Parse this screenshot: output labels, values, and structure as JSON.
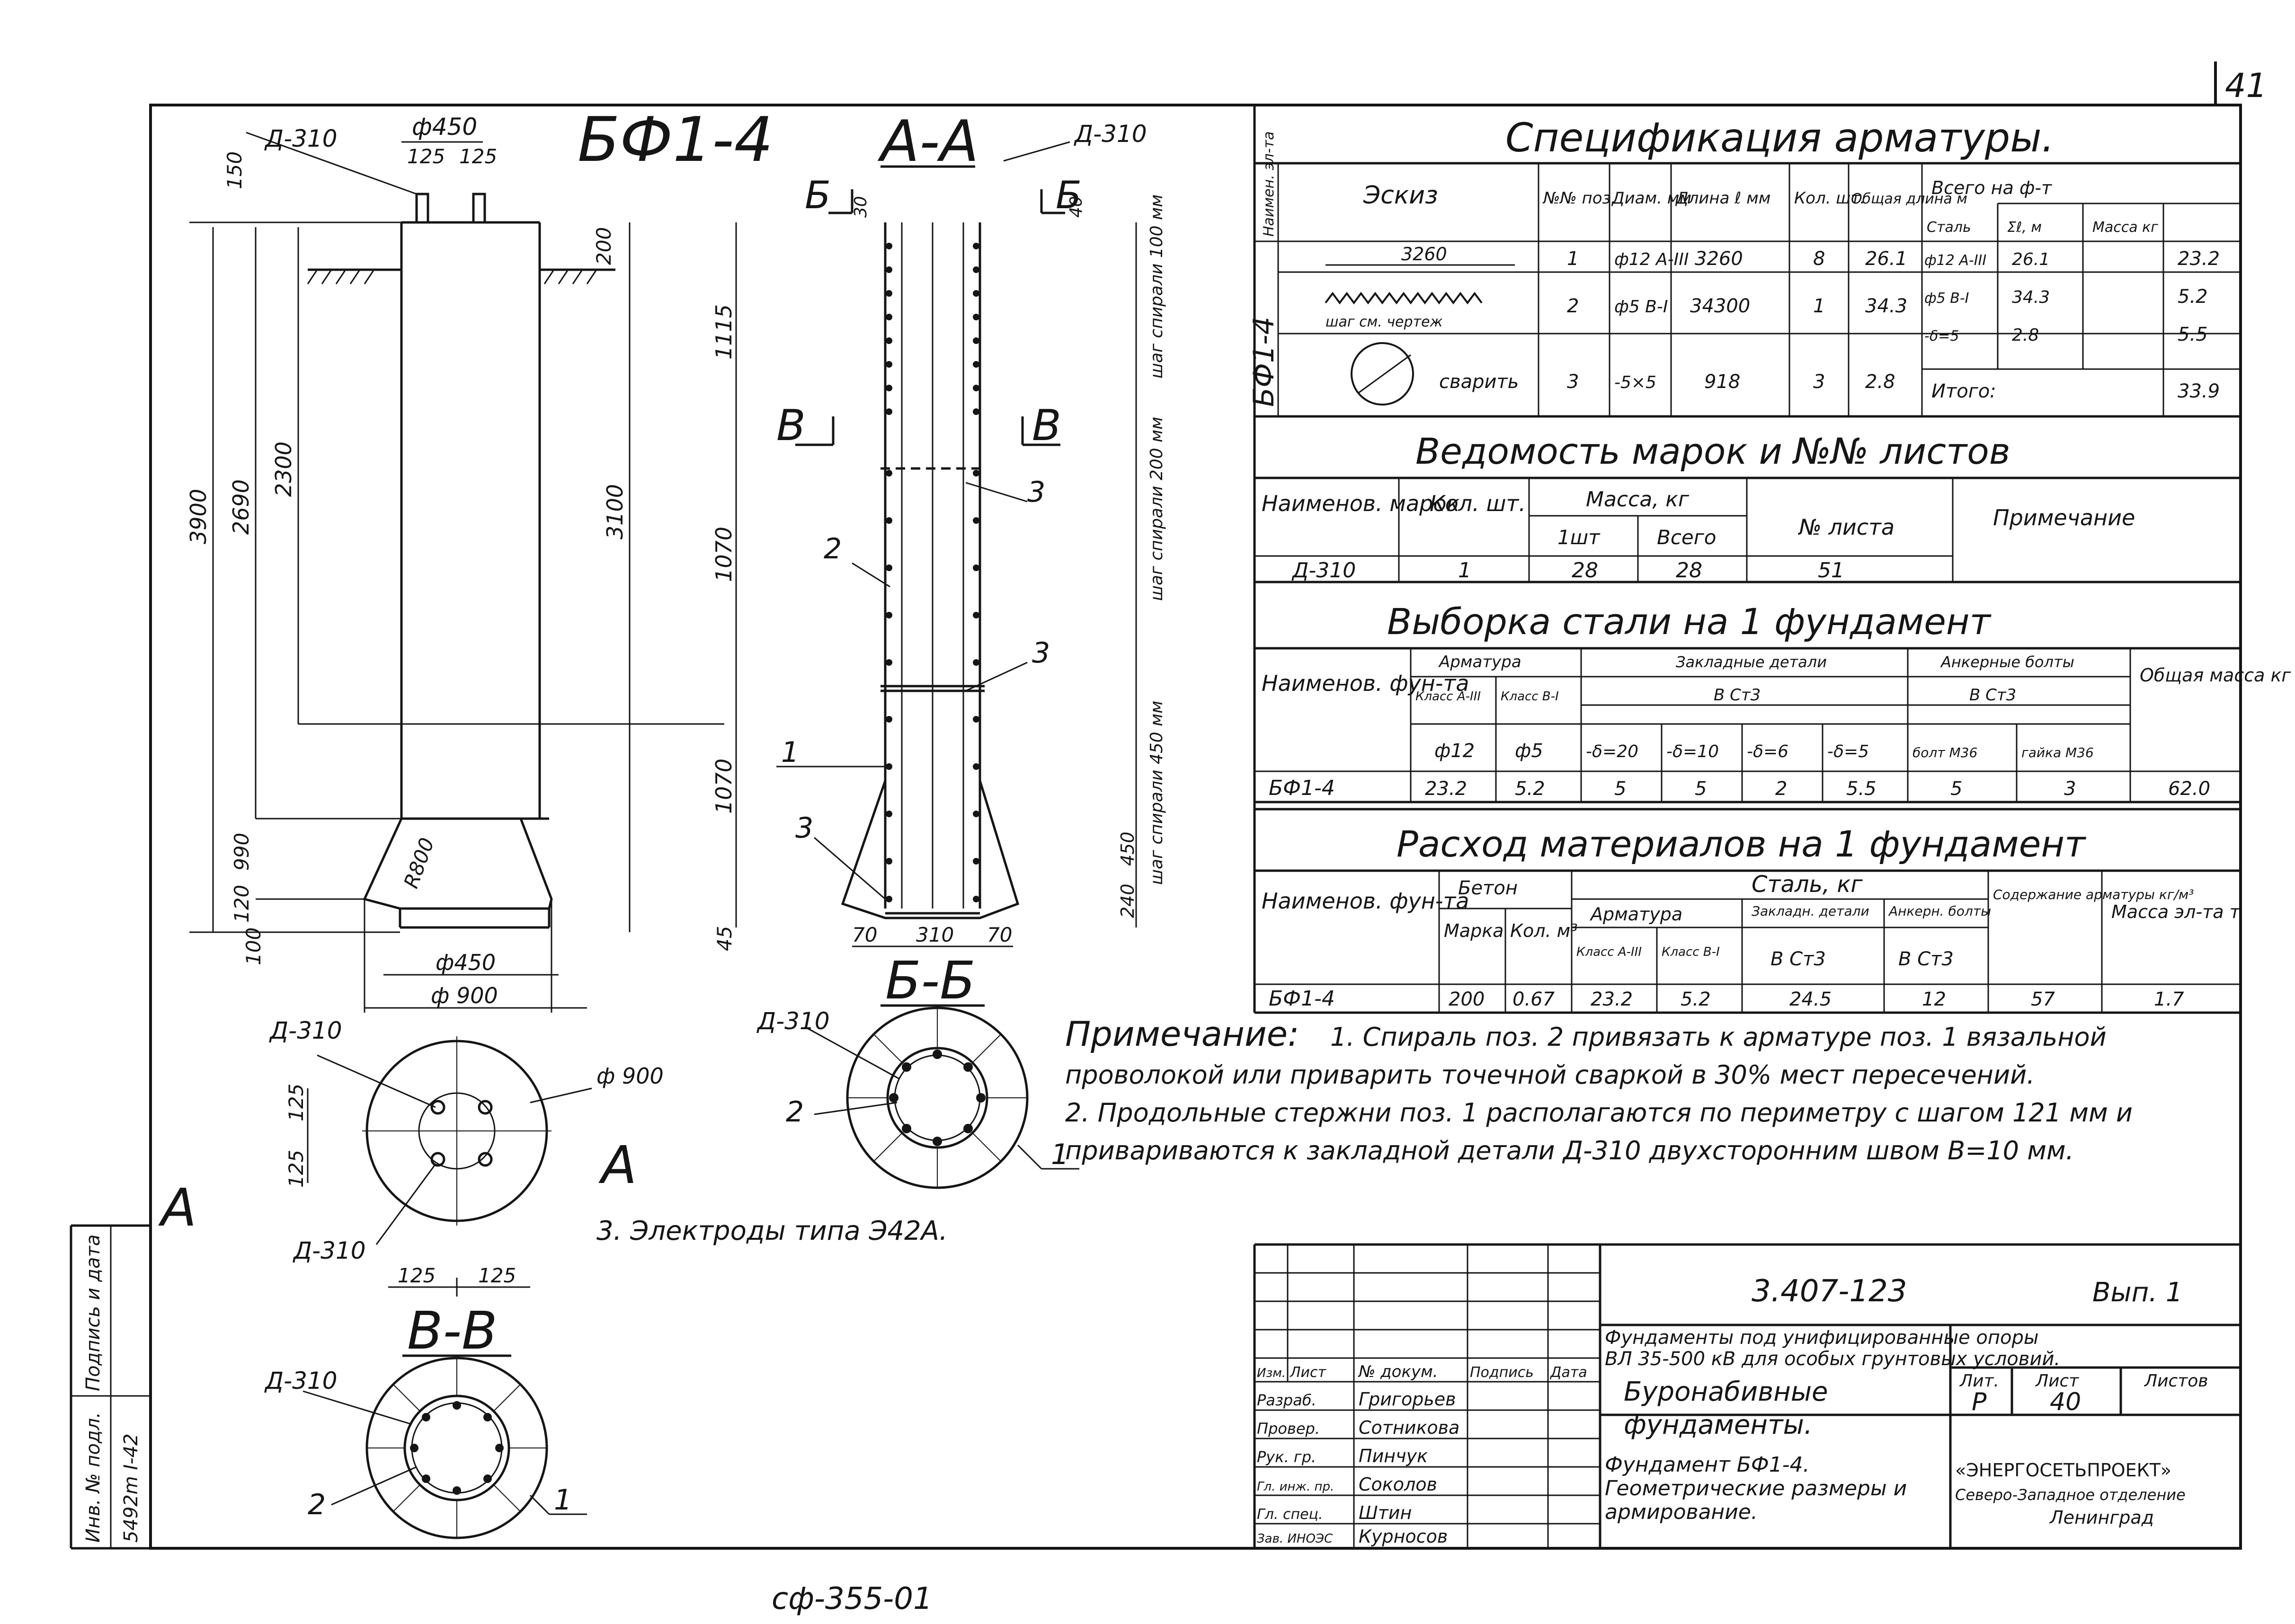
{
  "sheet": {
    "corner_number": "41",
    "bottom_stamp": "сф-355-01",
    "binding_side": {
      "label_inv": "Инв. № подл.",
      "label_sign": "Подпись и дата",
      "inv_value": "5492m I-42"
    }
  },
  "main_view": {
    "title": "БФ1-4",
    "plate_mark": "Д-310",
    "dims": {
      "d_top": "ф450",
      "half1": "125",
      "half2": "125",
      "top_150": "150",
      "top_200": "200",
      "d3900": "3900",
      "d2690": "2690",
      "d2300": "2300",
      "d3100": "3100",
      "d990": "990",
      "d120": "120",
      "d100": "100",
      "r800": "R800",
      "d_shaft": "ф450",
      "d_base": "ф 900"
    }
  },
  "section_aa": {
    "title": "А-А",
    "plate_mark": "Д-310",
    "cut_b": "Б",
    "cut_v": "В",
    "d30": "30",
    "d40": "40",
    "d1115": "1115",
    "d1070a": "1070",
    "d1070b": "1070",
    "d45": "45",
    "d70a": "70",
    "d310": "310",
    "d70b": "70",
    "d240": "240",
    "d450": "450",
    "pitch_note1": "шаг спирали 100 мм",
    "pitch_note2": "шаг спирали 200 мм",
    "pitch_note3": "шаг спирали 450 мм",
    "pos1": "1",
    "pos2": "2",
    "pos3a": "3",
    "pos3b": "3",
    "pos3c": "3"
  },
  "section_bb": {
    "title": "Б-Б",
    "plate_mark": "Д-310",
    "pos2": "2",
    "pos1": "1"
  },
  "view_a": {
    "plate_mark_top": "Д-310",
    "plate_mark_bottom": "Д-310",
    "d900": "ф 900",
    "d125a": "125",
    "d125b": "125",
    "w125a": "125",
    "w125b": "125",
    "label_left": "А",
    "label_right": "А"
  },
  "section_vv": {
    "title": "В-В",
    "plate_mark": "Д-310",
    "pos2": "2",
    "pos1": "1"
  },
  "electrode_note": "3. Электроды типа Э42А.",
  "spec_table": {
    "title": "Спецификация арматуры.",
    "col_name": "Наимен. эл-та",
    "col_sketch": "Эскиз",
    "col_pos": "№№ поз.",
    "col_diam": "Диам. мм",
    "col_len": "Длина ℓ мм",
    "col_qty": "Кол. шт.",
    "col_total_len": "Общая длина м",
    "col_all": "Всего на ф-т",
    "sub_stal": "Сталь",
    "sub_kgm": "Σℓ, м",
    "sub_mass": "Масса кг",
    "element": "БФ1-4",
    "rows": [
      {
        "sketch": "3260",
        "pos": "1",
        "diam": "ф12 А-III",
        "len": "3260",
        "qty": "8",
        "total": "26.1",
        "steel": "ф12 А-III",
        "sum": "26.1",
        "mass": "23.2"
      },
      {
        "sketch": "шаг см. чертеж",
        "pos": "2",
        "diam": "ф5 В-I",
        "len": "34300",
        "qty": "1",
        "total": "34.3",
        "steel": "ф5 В-I",
        "sum": "34.3",
        "mass": "5.2"
      },
      {
        "sketch": "сварить",
        "pos": "3",
        "diam": "-5×5",
        "len": "918",
        "qty": "3",
        "total": "2.8",
        "steel": "-δ=5",
        "sum": "2.8",
        "mass": "5.5"
      }
    ],
    "total_label": "Итого:",
    "total_value": "33.9"
  },
  "marks_table": {
    "title": "Ведомость марок и №№ листов",
    "h_name": "Наименов. марок",
    "h_qty": "Кол. шт.",
    "h_mass": "Масса, кг",
    "h_1pc": "1шт",
    "h_all": "Всего",
    "h_sheet": "№ листа",
    "h_note": "Примечание",
    "row": {
      "name": "Д-310",
      "qty": "1",
      "one": "28",
      "all": "28",
      "sheet": "51"
    }
  },
  "steel_table": {
    "title": "Выборка стали на 1 фундамент",
    "h_name": "Наименов. фун-та",
    "h_rebar": "Арматура",
    "h_class_a": "Класс А-III",
    "h_class_b": "Класс В-I",
    "h_embedded": "Закладные детали",
    "h_embedded_sub": "В Ст3",
    "h_anchor": "Анкерные болты",
    "h_anchor_sub": "В Ст3",
    "h_total": "Общая масса кг",
    "h_a12": "ф12",
    "h_b5": "ф5",
    "h_e20": "-δ=20",
    "h_e10": "-δ=10",
    "h_e6": "-δ=6",
    "h_e5": "-δ=5",
    "h_bolt": "болт М36",
    "h_nut": "гайка М36",
    "row": {
      "name": "БФ1-4",
      "a12": "23.2",
      "b5": "5.2",
      "e20": "5",
      "e10": "5",
      "e6": "2",
      "e5": "5.5",
      "bolt": "5",
      "nut": "3",
      "total": "62.0"
    }
  },
  "materials_table": {
    "title": "Расход материалов на 1 фундамент",
    "h_name": "Наименов. фун-та",
    "h_concrete": "Бетон",
    "h_steel": "Сталь, кг",
    "h_content": "Содержание арматуры кг/м³",
    "h_mass": "Масса эл-та т",
    "h_grade": "Марка",
    "h_vol": "Кол. м³",
    "h_rebar": "Арматура",
    "h_embedded": "Закладн. детали",
    "h_anchor": "Анкерн. болты",
    "h_cla": "Класс А-III",
    "h_clb": "Класс В-I",
    "h_st3a": "В Ст3",
    "h_st3b": "В Ст3",
    "row": {
      "name": "БФ1-4",
      "grade": "200",
      "vol": "0.67",
      "a3": "23.2",
      "b1": "5.2",
      "emb": "24.5",
      "anc": "12",
      "content": "57",
      "mass": "1.7"
    }
  },
  "notes": {
    "title": "Примечание:",
    "n1a": "1. Спираль поз. 2 привязать к арматуре поз. 1 вязальной",
    "n1b": "проволокой или приварить точечной сваркой в 30% мест пересечений.",
    "n2a": "2. Продольные стержни поз. 1 располагаются по периметру с шагом 121 мм и",
    "n2b": "привариваются к закладной детали Д-310 двухсторонним швом В=10 мм."
  },
  "title_block": {
    "code": "3.407-123",
    "issue": "Вып. 1",
    "project": "Фундаменты под унифицированные опоры",
    "project2": "ВЛ 35-500 кВ для особых грунтовых условий.",
    "title1": "Буронабивные",
    "title2": "фундаменты.",
    "drawing1": "Фундамент БФ1-4.",
    "drawing2": "Геометрические размеры и",
    "drawing3": "армирование.",
    "stage_h": "Лит.",
    "sheet_h": "Лист",
    "sheets_h": "Листов",
    "stage": "Р",
    "sheet": "40",
    "org1": "«ЭНЕРГОСЕТЬПРОЕКТ»",
    "org2": "Северо-Западное отделение",
    "org3": "Ленинград",
    "change_h": [
      "Изм.",
      "Лист",
      "№ докум.",
      "Подпись",
      "Дата"
    ],
    "staff": [
      {
        "role": "Разраб.",
        "name": "Григорьев"
      },
      {
        "role": "Провер.",
        "name": "Сотникова"
      },
      {
        "role": "Рук. гр.",
        "name": "Пинчук"
      },
      {
        "role": "Гл. инж. пр.",
        "name": "Соколов"
      },
      {
        "role": "Гл. спец.",
        "name": "Штин"
      },
      {
        "role": "Зав. ИНОЭС",
        "name": "Курносов"
      }
    ]
  }
}
